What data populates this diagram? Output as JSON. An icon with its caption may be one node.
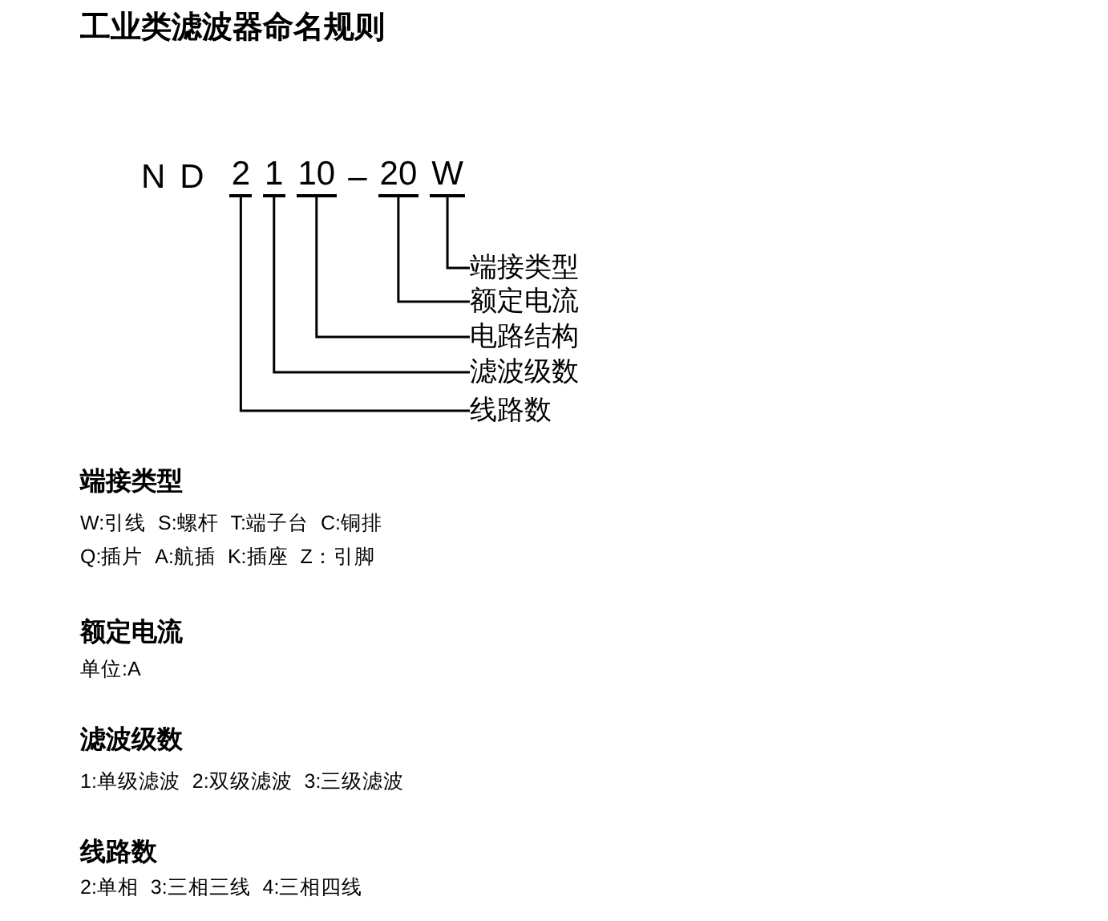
{
  "diagram": {
    "title": "工业类滤波器命名规则",
    "nodes": [
      {
        "text": [
          "2"
        ]
      },
      {
        "text": [
          "1"
        ]
      },
      {
        "text": [
          "10"
        ]
      },
      {
        "text": [
          "20"
        ]
      },
      {
        "text": [
          "W"
        ]
      },
      {
        "text": [
          "端接类型"
        ]
      },
      {
        "text": [
          "额定电流"
        ]
      },
      {
        "text": [
          "电路结构"
        ]
      },
      {
        "text": [
          "滤波级数"
        ]
      },
      {
        "text": [
          "线路数"
        ]
      }
    ],
    "edges": [
      {
        "from": 0,
        "to": 9,
        "arrow": "none"
      },
      {
        "from": 1,
        "to": 8,
        "arrow": "none"
      },
      {
        "from": 2,
        "to": 7,
        "arrow": "none"
      },
      {
        "from": 3,
        "to": 6,
        "arrow": "none"
      },
      {
        "from": 4,
        "to": 5,
        "arrow": "none"
      }
    ],
    "labels": [
      "ND",
      "–",
      "端接类型",
      "W:引线 S:螺杆 T:端子台 C:铜排",
      "Q:插片 A:航插 K:插座 Z：引脚",
      "额定电流",
      "单位:A",
      "滤波级数",
      "1:单级滤波 2:双级滤波 3:三级滤波",
      "线路数",
      "2:单相 3:三相三线 4:三相四线"
    ]
  }
}
